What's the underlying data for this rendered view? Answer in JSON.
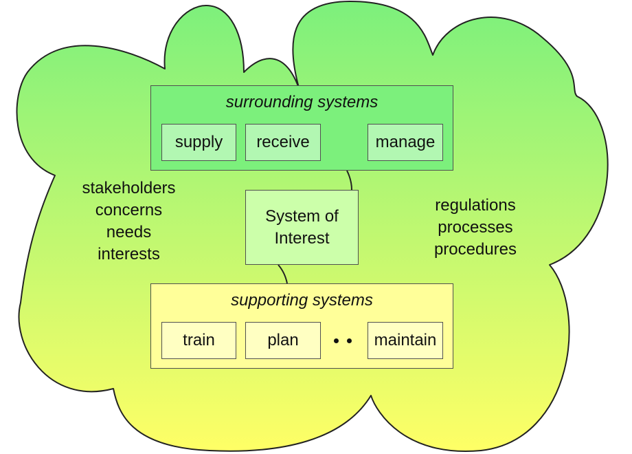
{
  "colors": {
    "cloud_top": "#7cf07c",
    "cloud_bottom": "#ffff66",
    "surrounding_box": "#7cf07c",
    "surrounding_item": "#b2f7b2",
    "supporting_box": "#ffff99",
    "supporting_item": "#ffffc2",
    "system_of_interest": "#ccffaa"
  },
  "surrounding": {
    "title": "surrounding systems",
    "items": [
      "supply",
      "receive",
      "manage"
    ]
  },
  "system_of_interest": {
    "line1": "System of",
    "line2": "Interest"
  },
  "supporting": {
    "title": "supporting systems",
    "items": [
      "train",
      "plan",
      "maintain"
    ]
  },
  "left_text": [
    "stakeholders",
    "concerns",
    "needs",
    "interests"
  ],
  "right_text": [
    "regulations",
    "processes",
    "procedures"
  ]
}
